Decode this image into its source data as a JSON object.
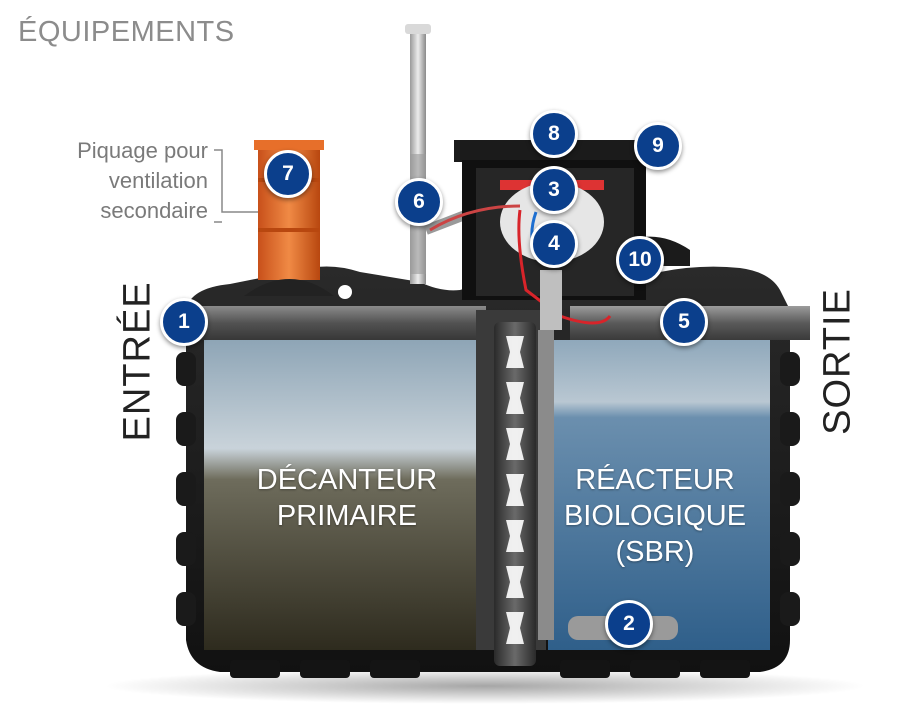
{
  "title": "ÉQUIPEMENTS",
  "annotation": {
    "lines": [
      "Piquage pour",
      "ventilation",
      "secondaire"
    ]
  },
  "sides": {
    "inlet": "ENTRÉE",
    "outlet": "SORTIE"
  },
  "chambers": {
    "left": [
      "DÉCANTEUR",
      "PRIMAIRE"
    ],
    "right": [
      "RÉACTEUR",
      "BIOLOGIQUE",
      "(SBR)"
    ]
  },
  "badges": {
    "b1": "1",
    "b2": "2",
    "b3": "3",
    "b4": "4",
    "b5": "5",
    "b6": "6",
    "b7": "7",
    "b8": "8",
    "b9": "9",
    "b10": "10"
  },
  "colors": {
    "badge": "#0b3f8c",
    "tank": "#1c1c1c",
    "vent_pipe": "#e0641c",
    "sludge": "#3c3826",
    "water": "#5d86a8"
  }
}
